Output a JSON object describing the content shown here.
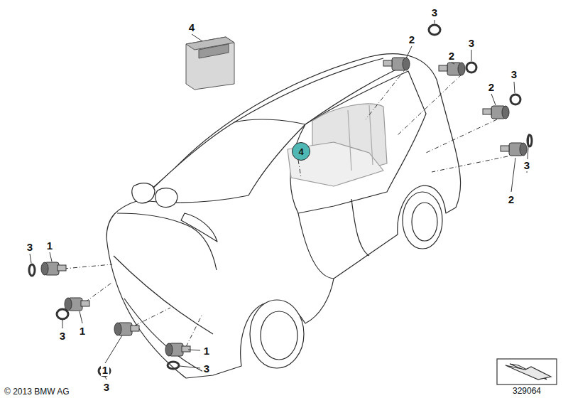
{
  "diagram": {
    "nodes": [
      {
        "text": [
          "4"
        ]
      }
    ],
    "labels": [
      "4",
      "2",
      "3",
      "2",
      "3",
      "3",
      "2",
      "3",
      "2",
      "3",
      "1",
      "1",
      "3",
      "1",
      "3",
      "1",
      "3",
      "© 2013 BMW AG",
      "329064"
    ]
  }
}
